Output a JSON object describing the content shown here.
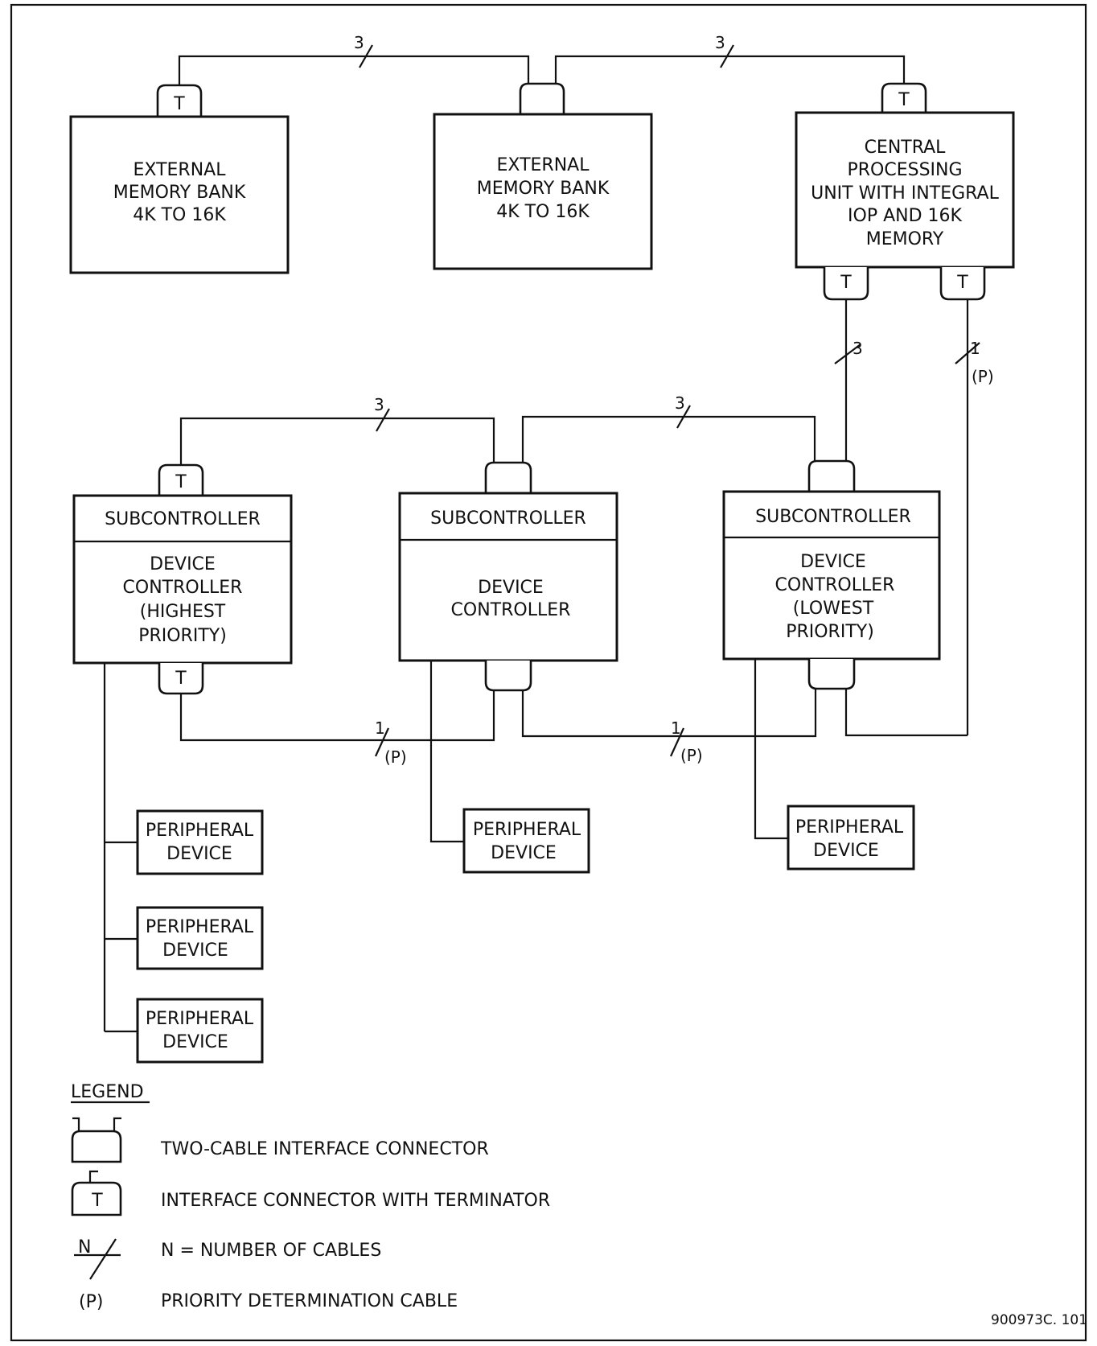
{
  "memory_bank_1": {
    "lines": [
      "EXTERNAL",
      "MEMORY BANK",
      "4K TO 16K"
    ]
  },
  "memory_bank_2": {
    "lines": [
      "EXTERNAL",
      "MEMORY BANK",
      "4K TO 16K"
    ]
  },
  "cpu": {
    "lines": [
      "CENTRAL",
      "PROCESSING",
      "UNIT WITH INTEGRAL",
      "IOP AND 16K",
      "MEMORY"
    ]
  },
  "subcontrollers": [
    {
      "header": "SUBCONTROLLER",
      "lines": [
        "DEVICE",
        "CONTROLLER",
        "(HIGHEST",
        "PRIORITY)"
      ]
    },
    {
      "header": "SUBCONTROLLER",
      "lines": [
        "DEVICE",
        "CONTROLLER"
      ]
    },
    {
      "header": "SUBCONTROLLER",
      "lines": [
        "DEVICE",
        "CONTROLLER",
        "(LOWEST",
        "PRIORITY)"
      ]
    }
  ],
  "peripheral": {
    "line1": "PERIPHERAL",
    "line2": "DEVICE"
  },
  "terminator_letter": "T",
  "cable_counts": {
    "three": "3",
    "one": "1",
    "priority": "(P)"
  },
  "legend": {
    "title": "LEGEND",
    "items": [
      {
        "text": "TWO-CABLE INTERFACE CONNECTOR"
      },
      {
        "text": "INTERFACE CONNECTOR WITH TERMINATOR",
        "symbol": "T"
      },
      {
        "text": "N = NUMBER OF CABLES",
        "symbol": "N"
      },
      {
        "text": "PRIORITY DETERMINATION CABLE",
        "symbol": "(P)"
      }
    ]
  },
  "figure_id": "900973C. 101"
}
